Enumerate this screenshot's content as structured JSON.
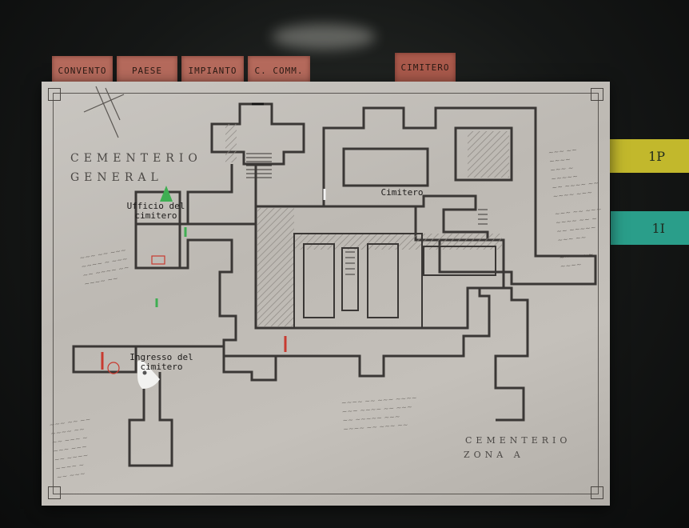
{
  "tabs": [
    {
      "label": "CONVENTO"
    },
    {
      "label": "PAESE"
    },
    {
      "label": "IMPIANTO"
    },
    {
      "label": "C. COMM."
    },
    {
      "label": "CIMITERO",
      "active": true
    }
  ],
  "region_titles": {
    "general_line1": "CEMENTERIO",
    "general_line2": "GENERAL",
    "zone_line1": "CEMENTERIO",
    "zone_line2": "ZONA A"
  },
  "rooms": {
    "office_line1": "Ufficio del",
    "office_line2": "cimitero",
    "cemetery": "Cimitero",
    "entrance_line1": "Ingresso del",
    "entrance_line2": "cimitero"
  },
  "floors": [
    {
      "label": "1P",
      "color": "#c9c02a"
    },
    {
      "label": "1I",
      "color": "#2aa892"
    }
  ],
  "colors": {
    "tab": "#b56a5c",
    "wall": "#3a3735",
    "door": "#c83a30",
    "save_marker": "#3fae52"
  }
}
